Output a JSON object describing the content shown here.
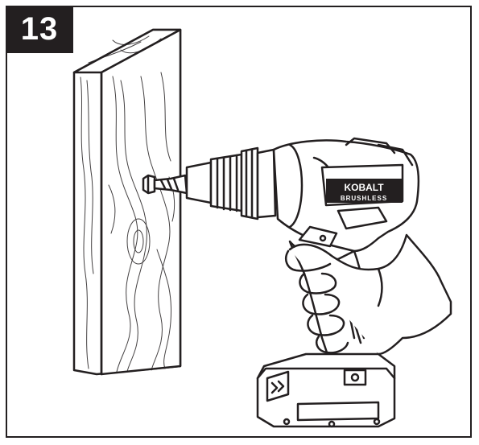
{
  "step": {
    "number": "13"
  },
  "drill": {
    "brand": "KOBALT",
    "subbrand": "BRUSHLESS"
  },
  "colors": {
    "ink": "#231f20",
    "paper": "#ffffff"
  },
  "icons": [
    "wood-board",
    "cordless-drill",
    "screw",
    "hand",
    "battery-pack"
  ]
}
